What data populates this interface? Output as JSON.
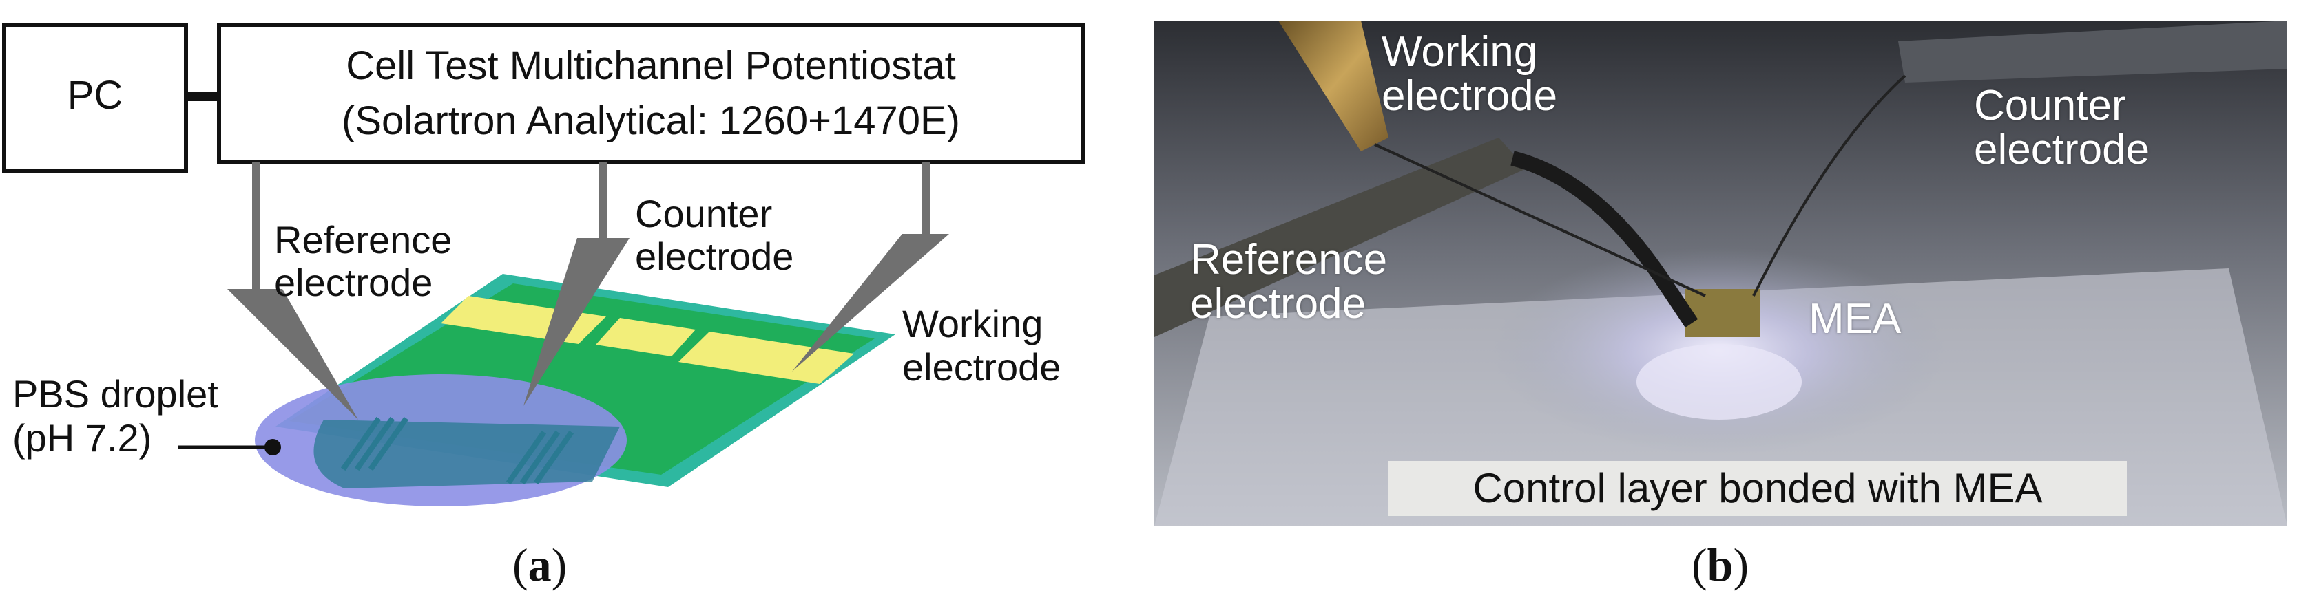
{
  "panel_a": {
    "pc_label": "PC",
    "potentiostat_line1": "Cell Test Multichannel Potentiostat",
    "potentiostat_line2": "(Solartron Analytical: 1260+1470E)",
    "reference_line1": "Reference",
    "reference_line2": "electrode",
    "counter_line1": "Counter",
    "counter_line2": "electrode",
    "working_line1": "Working",
    "working_line2": "electrode",
    "droplet_line1": "PBS droplet",
    "droplet_line2": "(pH 7.2)",
    "caption_open": "(",
    "caption_letter": "a",
    "caption_close": ")"
  },
  "panel_b": {
    "working_label": "Working\nelectrode",
    "counter_label": "Counter\nelectrode",
    "reference_label": "Reference\nelectrode",
    "mea_label": "MEA",
    "banner": "Control layer bonded with MEA",
    "caption_open": "(",
    "caption_letter": "b",
    "caption_close": ")"
  },
  "colors": {
    "substrate": "#2eb8a0",
    "substrate_inner": "#1fae5a",
    "pads": "#f2ee7a",
    "droplet": "#8c8fe6",
    "overlap": "#2a7a92",
    "probe": "#707070"
  }
}
